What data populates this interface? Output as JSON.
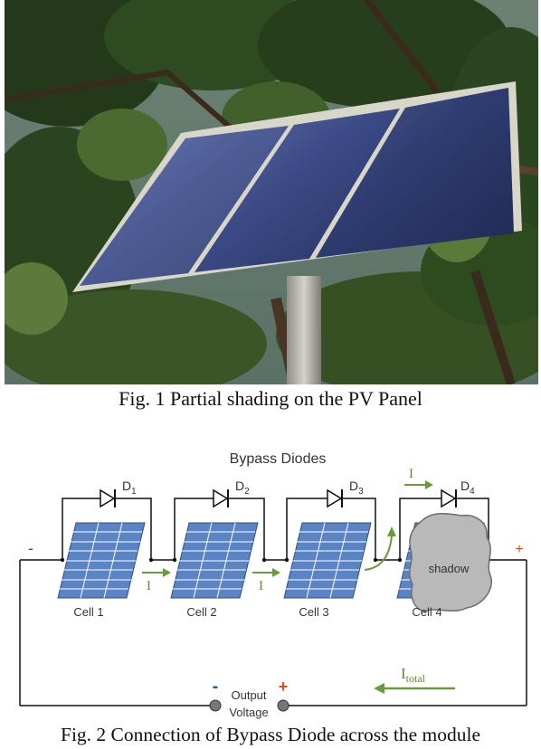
{
  "figure1": {
    "caption": "Fig. 1 Partial shading on the PV Panel"
  },
  "figure2": {
    "title": "Bypass Diodes",
    "diodes": [
      {
        "letter": "D",
        "sub": "1"
      },
      {
        "letter": "D",
        "sub": "2"
      },
      {
        "letter": "D",
        "sub": "3"
      },
      {
        "letter": "D",
        "sub": "4"
      }
    ],
    "cells": [
      "Cell 1",
      "Cell 2",
      "Cell 3",
      "Cell 4"
    ],
    "shadow_label": "shadow",
    "current_label": "I",
    "total_current": {
      "letter": "I",
      "sub": "total"
    },
    "terminal_negative": "-",
    "terminal_positive": "+",
    "output_label_line1": "Output",
    "output_label_line2": "Voltage",
    "caption": "Fig. 2 Connection of Bypass Diode across the module"
  },
  "colors": {
    "wire": "#111111",
    "cell_fill": "#5b84c4",
    "current_arrow": "#6b9a3a",
    "negative": "#1f5fa8",
    "positive": "#d2501e",
    "shadow": "#b9b9b9"
  }
}
